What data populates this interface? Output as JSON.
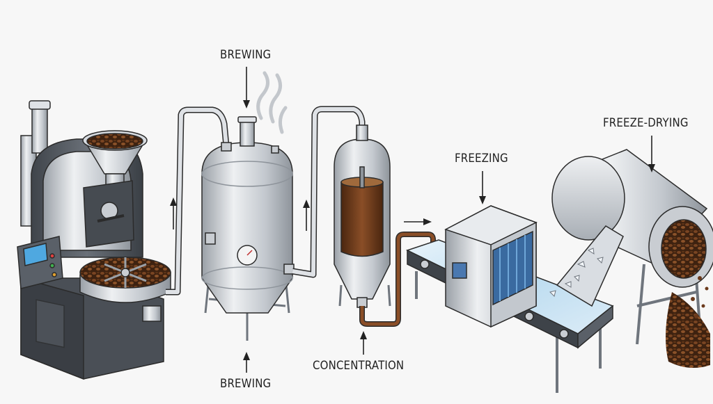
{
  "labels": {
    "brewing_top": "BREWING",
    "brewing_bottom": "BREWING",
    "concentration": "CONCENTRATION",
    "freezing": "FREEZING",
    "freeze_drying": "FREEZE-DRYING"
  },
  "colors": {
    "steel_light": "#e3e6ea",
    "steel_mid": "#b9bec5",
    "steel_dark": "#6f757d",
    "machine_dark": "#4a4f56",
    "coffee_liquid": "#6b3a1c",
    "coffee_bean": "#5a3318",
    "ice_blue": "#cfe6f5",
    "outline": "#2b2b2b",
    "background": "#f7f7f7"
  }
}
